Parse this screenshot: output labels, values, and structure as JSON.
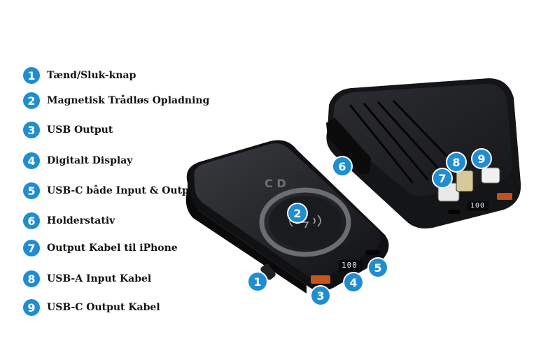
{
  "legend": [
    {
      "number": "1",
      "label": "Tænd/Sluk-knap"
    },
    {
      "number": "2",
      "label": "Magnetisk Trådløs Opladning"
    },
    {
      "number": "3",
      "label": "USB Output"
    },
    {
      "number": "4",
      "label": "Digitalt Display"
    },
    {
      "number": "5",
      "label": "USB-C både Input & Output"
    },
    {
      "number": "6",
      "label": "Holderstativ"
    },
    {
      "number": "7",
      "label": "Output Kabel til iPhone"
    },
    {
      "number": "8",
      "label": "USB-A Input Kabel"
    },
    {
      "number": "9",
      "label": "USB-C Output Kabel"
    }
  ],
  "callouts": {
    "c1": "1",
    "c2": "2",
    "c3": "3",
    "c4": "4",
    "c5": "5",
    "c6": "6",
    "c7": "7",
    "c8": "8",
    "c9": "9"
  },
  "device": {
    "front_display": "100",
    "back_display": "100"
  },
  "colors": {
    "badge": "#1f8dd1",
    "device_body": "#1c1d20",
    "charging_ring": "#6b6d72"
  }
}
